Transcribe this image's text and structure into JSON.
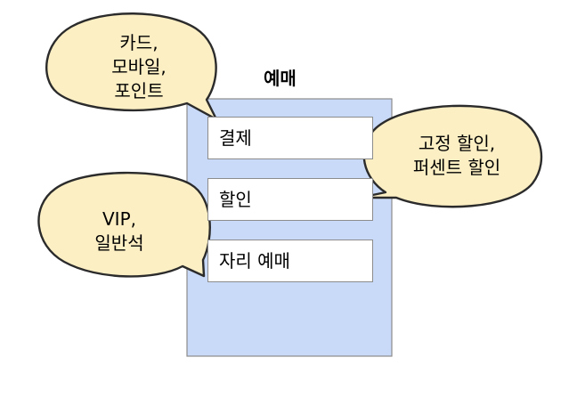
{
  "title": "예매",
  "rows": [
    "결제",
    "할인",
    "자리 예매"
  ],
  "bubbles": [
    {
      "lines": [
        "카드,",
        "모바일,",
        "포인트"
      ]
    },
    {
      "lines": [
        "고정 할인,",
        "퍼센트 할인"
      ]
    },
    {
      "lines": [
        "VIP,",
        "일반석"
      ]
    }
  ],
  "colors": {
    "panel_fill": "#c9daf8",
    "panel_border": "#8c8c8c",
    "bubble_fill": "#fcefc4",
    "bubble_border": "#2b2b2b"
  }
}
